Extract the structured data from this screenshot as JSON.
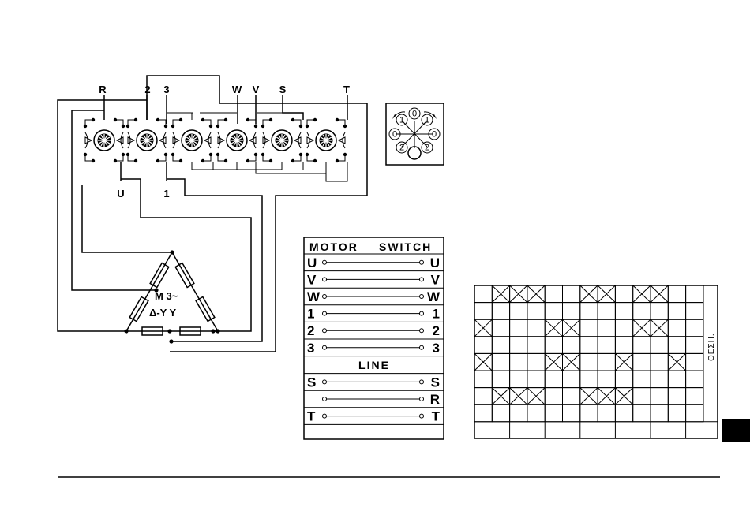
{
  "wiring": {
    "top_terminals": [
      "R",
      "2",
      "3",
      "W",
      "V",
      "S",
      "T"
    ],
    "bottom_terminals": [
      "U",
      "1"
    ],
    "motor_text": "M 3~",
    "motor_connection": "Δ-Y Y"
  },
  "terminal_table": {
    "header_left": "MOTOR",
    "header_right": "SWITCH",
    "motor_rows": [
      {
        "left": "U",
        "right": "U"
      },
      {
        "left": "V",
        "right": "V"
      },
      {
        "left": "W",
        "right": "W"
      },
      {
        "left": "1",
        "right": "1"
      },
      {
        "left": "2",
        "right": "2"
      },
      {
        "left": "3",
        "right": "3"
      }
    ],
    "line_header": "LINE",
    "line_rows": [
      {
        "left": "S",
        "right": "S"
      },
      {
        "left": "",
        "right": "R"
      },
      {
        "left": "T",
        "right": "T"
      }
    ]
  },
  "dial": {
    "positions": [
      "0",
      "1",
      "1",
      "0",
      "0",
      "2",
      "2"
    ]
  },
  "grid": {
    "side_label": "ΘΕΣΗ.",
    "rows": [
      [
        0,
        1,
        1,
        1,
        0,
        0,
        1,
        1,
        0,
        1,
        1,
        0,
        0
      ],
      [
        0,
        0,
        0,
        0,
        0,
        0,
        0,
        0,
        0,
        0,
        0,
        0,
        0
      ],
      [
        1,
        0,
        0,
        0,
        1,
        1,
        0,
        0,
        0,
        1,
        1,
        0,
        0
      ],
      [
        0,
        0,
        0,
        0,
        0,
        0,
        0,
        0,
        0,
        0,
        0,
        0,
        0
      ],
      [
        1,
        0,
        0,
        0,
        1,
        1,
        0,
        0,
        1,
        0,
        0,
        1,
        0
      ],
      [
        0,
        0,
        0,
        0,
        0,
        0,
        0,
        0,
        0,
        0,
        0,
        0,
        0
      ],
      [
        0,
        1,
        1,
        1,
        0,
        0,
        1,
        1,
        1,
        0,
        0,
        0,
        0
      ],
      [
        0,
        0,
        0,
        0,
        0,
        0,
        0,
        0,
        0,
        0,
        0,
        0,
        0
      ]
    ]
  }
}
